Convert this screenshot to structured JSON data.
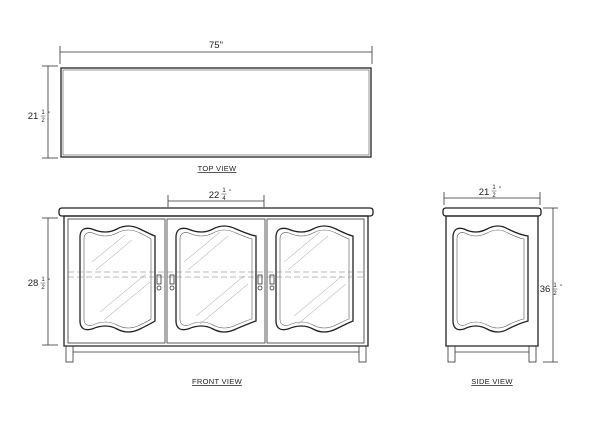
{
  "views": {
    "top": {
      "caption": "TOP VIEW",
      "width_whole": "75\"",
      "depth_whole": "21",
      "depth_frac_num": "1",
      "depth_frac_den": "2",
      "depth_inch": "\""
    },
    "front": {
      "caption": "FRONT VIEW",
      "door_whole": "22",
      "door_frac_num": "1",
      "door_frac_den": "4",
      "door_inch": "\"",
      "height_whole": "28",
      "height_frac_num": "1",
      "height_frac_den": "2",
      "height_inch": "\""
    },
    "side": {
      "caption": "SIDE VIEW",
      "depth_whole": "21",
      "depth_frac_num": "1",
      "depth_frac_den": "2",
      "depth_inch": "\"",
      "height_whole": "36",
      "height_frac_num": "1",
      "height_frac_den": "2",
      "height_inch": "\""
    }
  }
}
